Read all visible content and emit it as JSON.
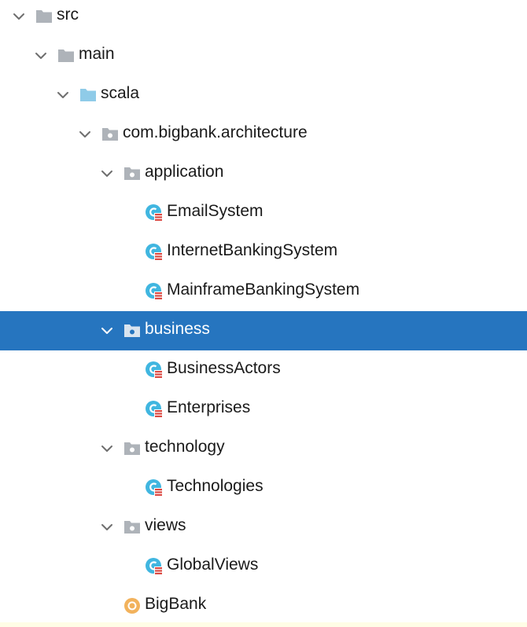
{
  "tree": [
    {
      "label": "src",
      "depth": 0,
      "kind": "folder",
      "expanded": true,
      "selected": false
    },
    {
      "label": "main",
      "depth": 1,
      "kind": "folder",
      "expanded": true,
      "selected": false
    },
    {
      "label": "scala",
      "depth": 2,
      "kind": "source-folder",
      "expanded": true,
      "selected": false
    },
    {
      "label": "com.bigbank.architecture",
      "depth": 3,
      "kind": "package",
      "expanded": true,
      "selected": false
    },
    {
      "label": "application",
      "depth": 4,
      "kind": "package",
      "expanded": true,
      "selected": false
    },
    {
      "label": "EmailSystem",
      "depth": 5,
      "kind": "scala-object",
      "expanded": null,
      "selected": false
    },
    {
      "label": "InternetBankingSystem",
      "depth": 5,
      "kind": "scala-object",
      "expanded": null,
      "selected": false
    },
    {
      "label": "MainframeBankingSystem",
      "depth": 5,
      "kind": "scala-object",
      "expanded": null,
      "selected": false
    },
    {
      "label": "business",
      "depth": 4,
      "kind": "package",
      "expanded": true,
      "selected": true
    },
    {
      "label": "BusinessActors",
      "depth": 5,
      "kind": "scala-object",
      "expanded": null,
      "selected": false
    },
    {
      "label": "Enterprises",
      "depth": 5,
      "kind": "scala-object",
      "expanded": null,
      "selected": false
    },
    {
      "label": "technology",
      "depth": 4,
      "kind": "package",
      "expanded": true,
      "selected": false
    },
    {
      "label": "Technologies",
      "depth": 5,
      "kind": "scala-object",
      "expanded": null,
      "selected": false
    },
    {
      "label": "views",
      "depth": 4,
      "kind": "package",
      "expanded": true,
      "selected": false
    },
    {
      "label": "GlobalViews",
      "depth": 5,
      "kind": "scala-object",
      "expanded": null,
      "selected": false
    },
    {
      "label": "BigBank",
      "depth": 4,
      "kind": "scala-app",
      "expanded": null,
      "selected": false
    }
  ],
  "icons": {
    "folder": "folder-icon",
    "source-folder": "source-folder-icon",
    "package": "package-icon",
    "scala-object": "scala-object-icon",
    "scala-app": "scala-app-icon",
    "chevron": "chevron-down-icon"
  },
  "colors": {
    "selection": "#2675bf",
    "folder_gray": "#aeb3b9",
    "source_folder_blue": "#8fcbe8",
    "object_blue": "#40b6e0",
    "object_red": "#db4a43",
    "app_orange": "#f2b25c",
    "text": "#1a1a1a",
    "selected_text": "#ffffff"
  }
}
